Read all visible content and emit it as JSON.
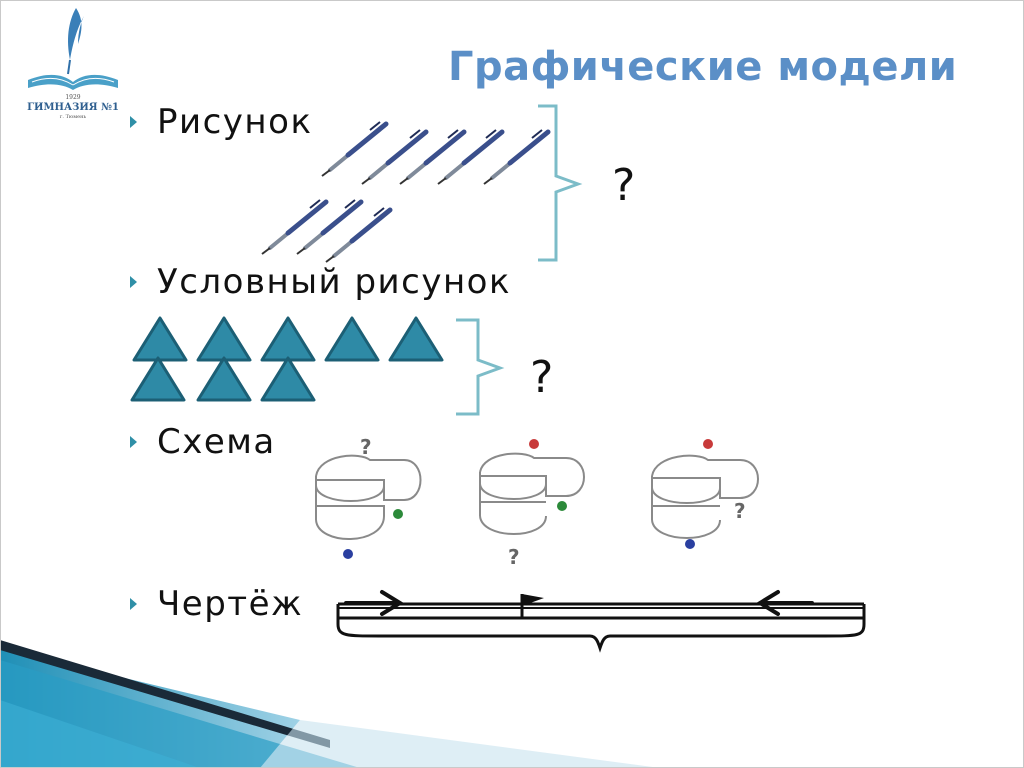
{
  "slide": {
    "title": "Графические модели",
    "logo": {
      "year": "1929",
      "name": "ГИМНАЗИЯ №1",
      "city": "г. Тюмень"
    },
    "bullets": [
      {
        "label": "Рисунок"
      },
      {
        "label": "Условный рисунок"
      },
      {
        "label": "Схема"
      },
      {
        "label": "Чертёж"
      }
    ],
    "question_marks": [
      "?",
      "?"
    ],
    "schema_marks": [
      "?",
      "?",
      "?"
    ]
  },
  "colors": {
    "title": "#5b8fc7",
    "bullet_marker": "#2f8fa7",
    "brace": "#7cbcc8",
    "triangle_fill": "#2e8aa6",
    "triangle_stroke": "#1c5f75",
    "corner_accent": "#1f8fb6"
  },
  "icons": {
    "pen": "ballpoint-pen-icon",
    "triangle": "triangle-shape",
    "flag": "flag-icon",
    "arrow": "arrow-icon"
  }
}
